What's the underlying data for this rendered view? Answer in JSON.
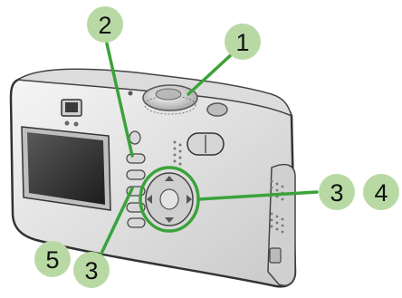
{
  "callouts": [
    {
      "id": "c1",
      "label": "1"
    },
    {
      "id": "c2",
      "label": "2"
    },
    {
      "id": "c3a",
      "label": "3"
    },
    {
      "id": "c4",
      "label": "4"
    },
    {
      "id": "c5",
      "label": "5"
    },
    {
      "id": "c3b",
      "label": "3"
    }
  ],
  "colors": {
    "badge": "#b9d9a4",
    "leader": "#3aa33a",
    "body": "#e9e9e9",
    "outline": "#333333",
    "screen": "#2e2e2e"
  }
}
